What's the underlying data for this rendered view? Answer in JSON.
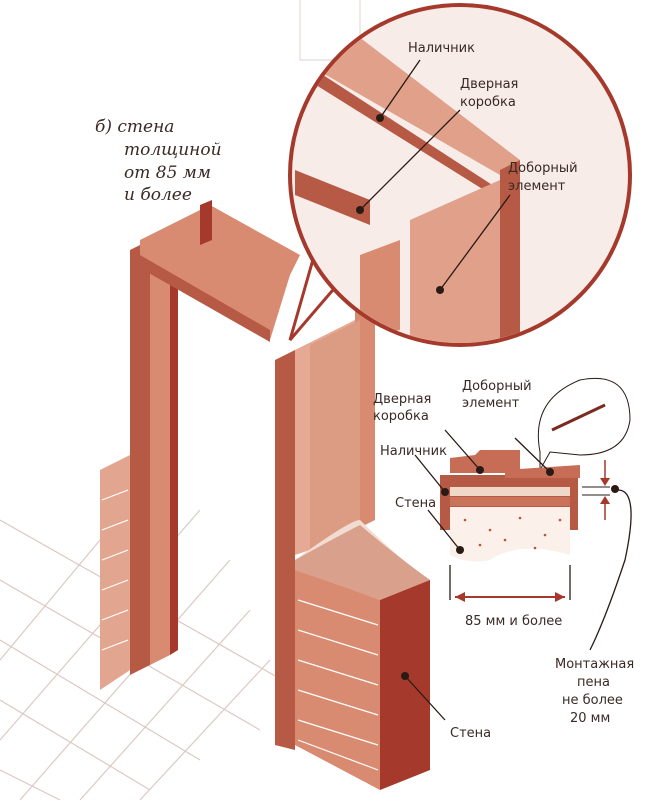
{
  "caption": {
    "line1": "б)  стена",
    "line2": "толщиной",
    "line3": "от 85 мм",
    "line4": "и более"
  },
  "zoom_labels": {
    "casing": "Наличник",
    "door_frame_1": "Дверная",
    "door_frame_2": "коробка",
    "extension_1": "Доборный",
    "extension_2": "элемент"
  },
  "section_labels": {
    "door_frame_1": "Дверная",
    "door_frame_2": "коробка",
    "extension_1": "Доборный",
    "extension_2": "элемент",
    "casing": "Наличник",
    "wall": "Стена",
    "dimension": "85 мм и более",
    "foam_1": "Монтажная",
    "foam_2": "пена",
    "foam_3": "не более",
    "foam_4": "20 мм"
  },
  "wall_label": "Стена",
  "colors": {
    "frame": "#b65a45",
    "frame_light": "#d98b72",
    "wall": "#a5392b",
    "tile": "#d9c6c0"
  }
}
